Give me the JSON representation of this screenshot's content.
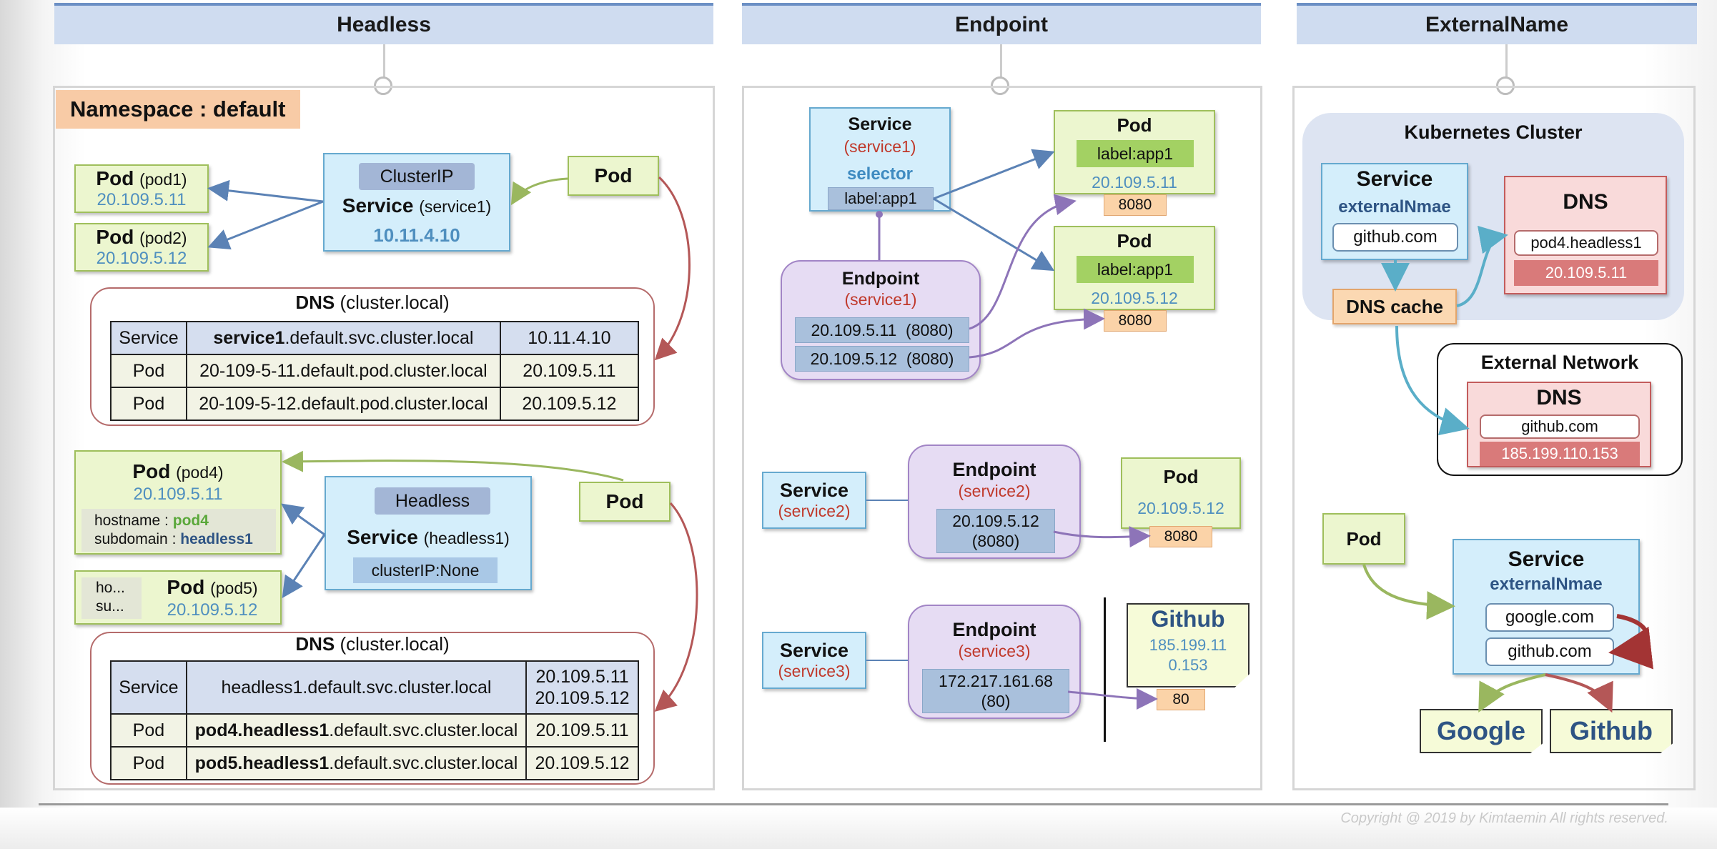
{
  "headers": {
    "headless": "Headless",
    "endpoint": "Endpoint",
    "externalname": "ExternalName"
  },
  "headless": {
    "namespace": "Namespace : default",
    "pod1": {
      "title": "Pod",
      "name": "(pod1)",
      "ip": "20.109.5.11"
    },
    "pod2": {
      "title": "Pod",
      "name": "(pod2)",
      "ip": "20.109.5.12"
    },
    "service1": {
      "type": "ClusterIP",
      "title": "Service",
      "name": "(service1)",
      "ip": "10.11.4.10"
    },
    "client_pod_top": "Pod",
    "dns_top": {
      "title": "DNS",
      "subtitle": "(cluster.local)",
      "rows": [
        {
          "kind": "Service",
          "name_bold": "service1",
          "name_rest": ".default.svc.cluster.local",
          "ip": "10.11.4.10"
        },
        {
          "kind": "Pod",
          "name_bold": "",
          "name_rest": "20-109-5-11.default.pod.cluster.local",
          "ip": "20.109.5.11"
        },
        {
          "kind": "Pod",
          "name_bold": "",
          "name_rest": "20-109-5-12.default.pod.cluster.local",
          "ip": "20.109.5.12"
        }
      ]
    },
    "pod4": {
      "title": "Pod",
      "name": "(pod4)",
      "ip": "20.109.5.11",
      "hostname_label": "hostname :",
      "hostname": "pod4",
      "subdomain_label": "subdomain :",
      "subdomain": "headless1"
    },
    "pod5": {
      "title": "Pod",
      "name": "(pod5)",
      "ip": "20.109.5.12",
      "trunc1": "ho...",
      "trunc2": "su..."
    },
    "headless_service": {
      "type": "Headless",
      "title": "Service",
      "name": "(headless1)",
      "cluster_ip": "clusterIP:None"
    },
    "client_pod_bottom": "Pod",
    "dns_bottom": {
      "title": "DNS",
      "subtitle": "(cluster.local)",
      "rows": [
        {
          "kind": "Service",
          "name_bold": "",
          "name_rest": "headless1.default.svc.cluster.local",
          "ip1": "20.109.5.11",
          "ip2": "20.109.5.12"
        },
        {
          "kind": "Pod",
          "name_bold": "pod4.headless1",
          "name_rest": ".default.svc.cluster.local",
          "ip1": "20.109.5.11"
        },
        {
          "kind": "Pod",
          "name_bold": "pod5.headless1",
          "name_rest": ".default.svc.cluster.local",
          "ip1": "20.109.5.12"
        }
      ]
    }
  },
  "endpoint": {
    "service1": {
      "title": "Service",
      "name": "(service1)",
      "selector": "selector",
      "label": "label:app1"
    },
    "pod_a": {
      "title": "Pod",
      "label": "label:app1",
      "ip": "20.109.5.11",
      "port": "8080"
    },
    "pod_b": {
      "title": "Pod",
      "label": "label:app1",
      "ip": "20.109.5.12",
      "port": "8080"
    },
    "endpoint1": {
      "title": "Endpoint",
      "name": "(service1)",
      "addr1": "20.109.5.11  (8080)",
      "addr2": "20.109.5.12  (8080)"
    },
    "service2": {
      "title": "Service",
      "name": "(service2)"
    },
    "endpoint2": {
      "title": "Endpoint",
      "name": "(service2)",
      "addr1": "20.109.5.12",
      "addr2": "(8080)"
    },
    "pod_c": {
      "title": "Pod",
      "ip": "20.109.5.12",
      "port": "8080"
    },
    "service3": {
      "title": "Service",
      "name": "(service3)"
    },
    "endpoint3": {
      "title": "Endpoint",
      "name": "(service3)",
      "addr1": "172.217.161.68",
      "addr2": "(80)"
    },
    "github_note": {
      "title": "Github",
      "ip1": "185.199.11",
      "ip2": "0.153",
      "port": "80"
    }
  },
  "externalname": {
    "cluster_title": "Kubernetes Cluster",
    "service": {
      "title": "Service",
      "external": "externalNmae",
      "value": "github.com"
    },
    "dns_cache": "DNS cache",
    "cluster_dns": {
      "title": "DNS",
      "entry": "pod4.headless1",
      "ip": "20.109.5.11"
    },
    "external_network_title": "External Network",
    "external_dns": {
      "title": "DNS",
      "entry": "github.com",
      "ip": "185.199.110.153"
    },
    "pod": "Pod",
    "service2": {
      "title": "Service",
      "external": "externalNmae",
      "value1": "google.com",
      "value2": "github.com"
    },
    "google": "Google",
    "github": "Github"
  },
  "footer": {
    "copyright": "Copyright @ 2019 by Kimtaemin All rights reserved."
  }
}
